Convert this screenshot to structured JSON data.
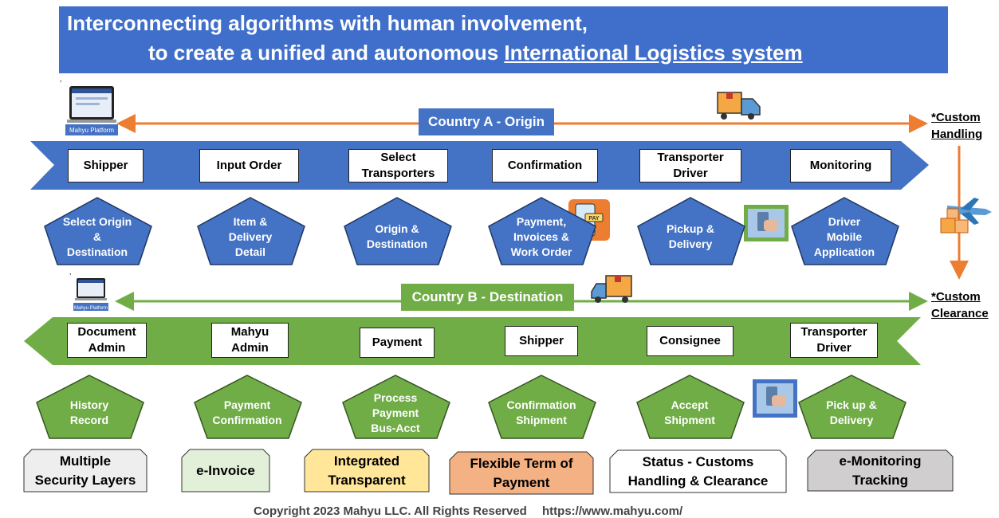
{
  "header": {
    "line1": "Interconnecting algorithms with human involvement,",
    "line2_prefix": "to create a unified and autonomous ",
    "line2_underlined": "International Logistics system"
  },
  "country_a": {
    "label": "Country A - Origin",
    "color": "#4472c4",
    "steps": [
      "Shipper",
      "Input Order",
      "Select\nTransporters",
      "Confirmation",
      "Transporter\nDriver",
      "Monitoring"
    ],
    "details": [
      "Select Origin\n&\nDestination",
      "Item &\nDelivery\nDetail",
      "Origin &\nDestination",
      "Payment,\nInvoices &\nWork Order",
      "Pickup  &\nDelivery",
      "Driver\nMobile\nApplication"
    ]
  },
  "country_b": {
    "label": "Country B - Destination",
    "color": "#70ad47",
    "steps": [
      "Document\nAdmin",
      "Mahyu\nAdmin",
      "Payment",
      "Shipper",
      "Consignee",
      "Transporter\nDriver"
    ],
    "details": [
      "History\nRecord",
      "Payment\nConfirmation",
      "Process\nPayment\nBus-Acct",
      "Confirmation\nShipment",
      "Accept\nShipment",
      "Pick up &\nDelivery"
    ]
  },
  "side_labels": {
    "custom_handling": "*Custom\nHandling",
    "custom_clearance": "*Custom\nClearance"
  },
  "platform_label": "Mahyu Platform",
  "pay_label": "PAY",
  "tick_mark": "’",
  "features": [
    {
      "label": "Multiple\nSecurity Layers",
      "color": "#eeeeee"
    },
    {
      "label": "e-Invoice",
      "color": "#e2f0d9"
    },
    {
      "label": "Integrated\nTransparent",
      "color": "#ffe699"
    },
    {
      "label": "Flexible Term of\nPayment",
      "color": "#f4b183"
    },
    {
      "label": "Status - Customs\nHandling & Clearance",
      "color": "#ffffff"
    },
    {
      "label": "e-Monitoring\nTracking",
      "color": "#d0cece"
    }
  ],
  "footer": {
    "copyright": "Copyright 2023 Mahyu LLC. All Rights Reserved",
    "url": "https://www.mahyu.com/"
  },
  "colors": {
    "header_blue": "#3f6fca",
    "arrow_orange": "#ed7d31",
    "arrow_green": "#70ad47"
  },
  "icons": [
    "laptop-platform-icon",
    "delivery-truck-icon",
    "airplane-cargo-icon",
    "mobile-payment-icon",
    "phone-in-hand-photo-icon"
  ]
}
